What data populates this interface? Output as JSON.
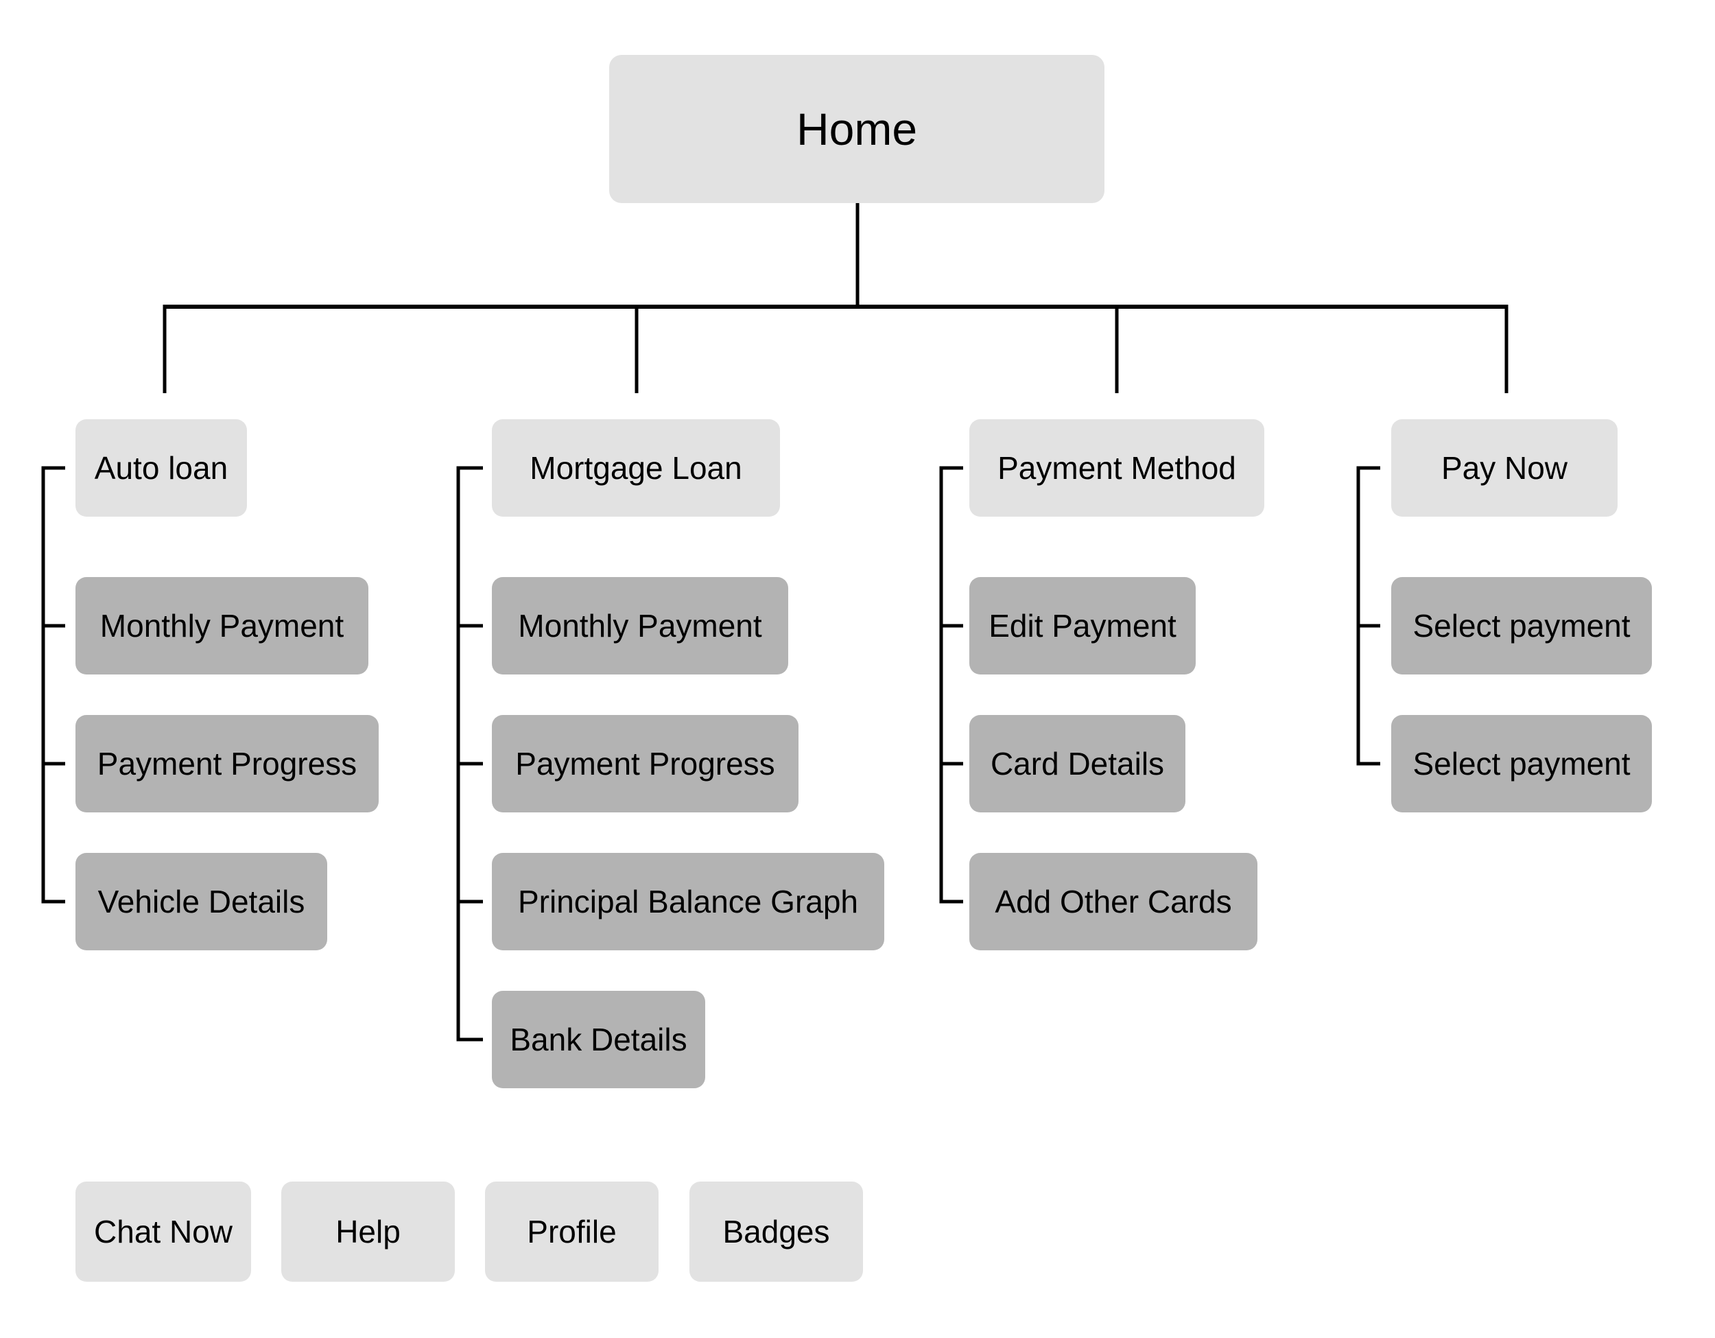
{
  "diagram": {
    "root": "Home",
    "columns": [
      {
        "parent": "Auto loan",
        "children": [
          "Monthly Payment",
          "Payment Progress",
          "Vehicle Details"
        ]
      },
      {
        "parent": "Mortgage Loan",
        "children": [
          "Monthly Payment",
          "Payment Progress",
          "Principal Balance Graph",
          "Bank Details"
        ]
      },
      {
        "parent": "Payment Method",
        "children": [
          "Edit Payment",
          "Card Details",
          "Add Other Cards"
        ]
      },
      {
        "parent": "Pay Now",
        "children": [
          "Select payment",
          "Select payment"
        ]
      }
    ],
    "footer": [
      "Chat Now",
      "Help",
      "Profile",
      "Badges"
    ]
  },
  "colors": {
    "background": "#ffffff",
    "level1_fill": "#e2e2e2",
    "level2_fill": "#b3b3b3",
    "connector_line": "#000000",
    "text": "#000000"
  }
}
